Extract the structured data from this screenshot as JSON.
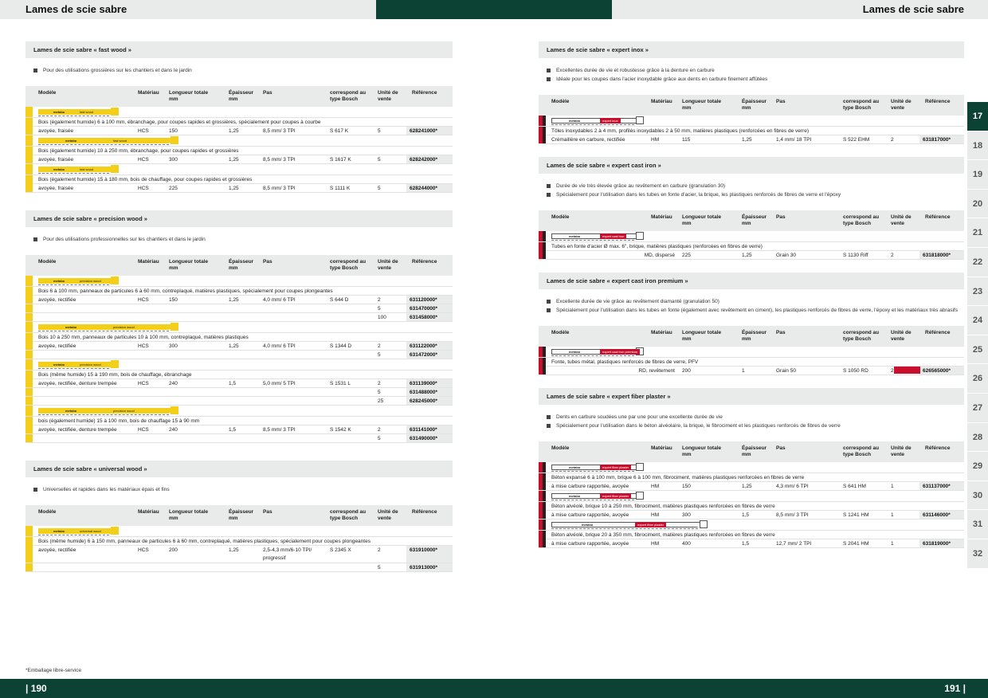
{
  "header": {
    "left_title": "Lames de scie sabre",
    "right_title": "Lames de scie sabre"
  },
  "columns": {
    "model": "Modèle",
    "material": "Matériau",
    "length": "Longueur totale\nmm",
    "thickness": "Épaisseur\nmm",
    "pitch": "Pas",
    "bosch": "correspond au\ntype Bosch",
    "unit": "Unité de\nvente",
    "reference": "Référence"
  },
  "sections_left": [
    {
      "title": "Lames de scie sabre « fast wood »",
      "bullets": [
        "Pour des utilisations grossières sur les chantiers et dans le jardin"
      ],
      "products": [
        {
          "blade_text": "fast wood",
          "desc": "Bois (également humide) 6 à 100 mm, ébranchage, pour coupes rapides et grossières, spécialement pour coupes à courbe",
          "rows": [
            {
              "model": "avoyée, fraisée",
              "material": "HCS",
              "length": "150",
              "thickness": "1,25",
              "pitch": "8,5 mm/ 3 TPI",
              "bosch": "S 617 K",
              "unit": "5",
              "ref": "628241000*"
            }
          ]
        },
        {
          "blade_text": "fast wood",
          "desc": "Bois (également humide) 10 à 250 mm, ébranchage, pour coupes rapides et grossières",
          "rows": [
            {
              "model": "avoyée, fraisée",
              "material": "HCS",
              "length": "300",
              "thickness": "1,25",
              "pitch": "8,5 mm/ 3 TPI",
              "bosch": "S 1617 K",
              "unit": "5",
              "ref": "628242000*"
            }
          ]
        },
        {
          "blade_text": "fast wood",
          "desc": "Bois (également humide) 15 à 180 mm, bois de chauffage, pour coupes rapides et grossières",
          "rows": [
            {
              "model": "avoyée, fraisée",
              "material": "HCS",
              "length": "225",
              "thickness": "1,25",
              "pitch": "8,5 mm/ 3 TPI",
              "bosch": "S 1111 K",
              "unit": "5",
              "ref": "628244000*"
            }
          ]
        }
      ]
    },
    {
      "title": "Lames de scie sabre « precision wood »",
      "bullets": [
        "Pour des utilisations professionnelles sur les chantiers et dans le jardin"
      ],
      "products": [
        {
          "blade_text": "precision wood",
          "desc": "Bois 6 à 100 mm, panneaux de particules 6 à 60 mm, contreplaqué, matières plastiques, spécialement pour coupes plongeantes",
          "rows": [
            {
              "model": "avoyée, rectifiée",
              "material": "HCS",
              "length": "150",
              "thickness": "1,25",
              "pitch": "4,0 mm/ 6 TPI",
              "bosch": "S 644 D",
              "unit": "2",
              "ref": "631120000*"
            },
            {
              "model": "",
              "material": "",
              "length": "",
              "thickness": "",
              "pitch": "",
              "bosch": "",
              "unit": "5",
              "ref": "631470000*"
            },
            {
              "model": "",
              "material": "",
              "length": "",
              "thickness": "",
              "pitch": "",
              "bosch": "",
              "unit": "100",
              "ref": "631458000*"
            }
          ]
        },
        {
          "blade_text": "precision wood",
          "desc": "Bois 10 à 250 mm, panneaux de particules 10 à 100 mm, contreplaqué, matières plastiques",
          "rows": [
            {
              "model": "avoyée, rectifiée",
              "material": "HCS",
              "length": "300",
              "thickness": "1,25",
              "pitch": "4,0 mm/ 6 TPI",
              "bosch": "S 1344 D",
              "unit": "2",
              "ref": "631122000*"
            },
            {
              "model": "",
              "material": "",
              "length": "",
              "thickness": "",
              "pitch": "",
              "bosch": "",
              "unit": "5",
              "ref": "631472000*"
            }
          ]
        },
        {
          "blade_text": "precision wood",
          "desc": "Bois (même humide) 15 à 190 mm, bois de chauffage, ébranchage",
          "rows": [
            {
              "model": "avoyée, rectifiée, denture trempée",
              "material": "HCS",
              "length": "240",
              "thickness": "1,5",
              "pitch": "5,0 mm/ 5 TPI",
              "bosch": "S 1531 L",
              "unit": "2",
              "ref": "631139000*"
            },
            {
              "model": "",
              "material": "",
              "length": "",
              "thickness": "",
              "pitch": "",
              "bosch": "",
              "unit": "5",
              "ref": "631488000*"
            },
            {
              "model": "",
              "material": "",
              "length": "",
              "thickness": "",
              "pitch": "",
              "bosch": "",
              "unit": "25",
              "ref": "628245000*"
            }
          ]
        },
        {
          "blade_text": "precision wood",
          "desc": "bois (également humide) 15 à 100 mm, bois de chauffage 15 à 90 mm",
          "rows": [
            {
              "model": "avoyée, rectifiée, denture trempée",
              "material": "HCS",
              "length": "240",
              "thickness": "1,5",
              "pitch": "8,5 mm/ 3 TPI",
              "bosch": "S 1542 K",
              "unit": "2",
              "ref": "631141000*"
            },
            {
              "model": "",
              "material": "",
              "length": "",
              "thickness": "",
              "pitch": "",
              "bosch": "",
              "unit": "5",
              "ref": "631490000*"
            }
          ]
        }
      ]
    },
    {
      "title": "Lames de scie sabre « universal wood »",
      "bullets": [
        "Universelles et rapides dans les matériaux épais et fins"
      ],
      "products": [
        {
          "blade_text": "universal wood",
          "desc": "Bois (même humide) 6 à 150 mm, panneaux de particules 6 à 60 mm, contreplaqué, matières plastiques, spécialement pour coupes plongeantes",
          "rows": [
            {
              "model": "avoyée, rectifiée",
              "material": "HCS",
              "length": "200",
              "thickness": "1,25",
              "pitch": "2,5-4,3 mm/6-10 TPI/ progressif",
              "bosch": "S 2345 X",
              "unit": "2",
              "ref": "631910000*"
            },
            {
              "model": "",
              "material": "",
              "length": "",
              "thickness": "",
              "pitch": "",
              "bosch": "",
              "unit": "5",
              "ref": "631913000*"
            }
          ]
        }
      ]
    }
  ],
  "sections_right": [
    {
      "title": "Lames de scie sabre « expert inox »",
      "bullets": [
        "Excellentes durée de vie et robustesse grâce à la denture en carbure",
        "Idéale pour les coupes dans l'acier inoxydable grâce aux dents en carbure finement affûtées"
      ],
      "products": [
        {
          "blade_text": "expert inox",
          "desc": "Tôles inoxydables 2 à 4 mm, profilés inoxydables 2 à 50 mm, matières plastiques (renforcées en fibres de verre)",
          "rows": [
            {
              "model": "Crémaillère en carbure, rectifiée",
              "material": "HM",
              "length": "115",
              "thickness": "1,25",
              "pitch": "1,4 mm/ 18 TPI",
              "bosch": "S 522 EHM",
              "unit": "2",
              "ref": "631817000*"
            }
          ]
        }
      ]
    },
    {
      "title": "Lames de scie sabre « expert cast iron »",
      "bullets": [
        "Durée de vie très élevée grâce au revêtement en carbure (granulation 30)",
        "Spécialement pour l'utilisation dans les tubes en fonte d'acier, la brique, les plastiques renforcés de fibres de verre et l'époxy"
      ],
      "products": [
        {
          "blade_text": "expert cast iron",
          "desc": "Tubes en fonte d'acier Ø max. 6\", brique, matières plastiques (renforcées en fibres de verre)",
          "rows": [
            {
              "model": "MD, dispersé",
              "material": "",
              "length": "225",
              "thickness": "1,25",
              "pitch": "Grain 30",
              "bosch": "S 1130 Riff",
              "unit": "2",
              "ref": "631818000*"
            }
          ]
        }
      ]
    },
    {
      "title": "Lames de scie sabre « expert cast iron premium »",
      "bullets": [
        "Excellente durée de vie grâce au revêtement diamanté (granulation 50)",
        "Spécialement pour l'utilisation dans les tubes en fonte (également avec revêtement en ciment), les plastiques renforcés de fibres de verre, l'époxy et les matériaux très abrasifs"
      ],
      "products": [
        {
          "blade_text": "expert cast iron premium",
          "desc": "Fonte, tubes métal, plastiques renforcés de fibres de verre, PFV",
          "rows": [
            {
              "model": "RD, revêtement",
              "material": "",
              "length": "200",
              "thickness": "1",
              "pitch": "Grain 50",
              "bosch": "S 1050 RD",
              "unit": "2",
              "badge": "NOUVEAU",
              "ref": "626565000*"
            }
          ]
        }
      ]
    },
    {
      "title": "Lames de scie sabre « expert fiber plaster »",
      "bullets": [
        "Dents en carbure soudées une par une pour une excellente durée de vie",
        "Spécialement pour l'utilisation dans le béton alvéolaire, la brique, le fibrociment et les plastiques renforcés de fibres de verre"
      ],
      "products": [
        {
          "blade_text": "expert fiber plaster",
          "desc": "Béton expansé 6 à 100 mm, brique 6 à 100 mm, fibrociment, matières plastiques renforcées en fibres de verre",
          "rows": [
            {
              "model": "à mise carbure rapportée, avoyée",
              "material": "HM",
              "length": "150",
              "thickness": "1,25",
              "pitch": "4,3 mm/ 6 TPI",
              "bosch": "S 641 HM",
              "unit": "1",
              "ref": "631137000*"
            }
          ]
        },
        {
          "blade_text": "expert fiber plaster",
          "desc": "Béton alvéolé, brique 10 à 250 mm, fibrociment, matières plastiques renforcées en fibres de verre",
          "rows": [
            {
              "model": "à mise carbure rapportée, avoyée",
              "material": "HM",
              "length": "300",
              "thickness": "1,5",
              "pitch": "8,5 mm/ 3 TPI",
              "bosch": "S 1241 HM",
              "unit": "1",
              "ref": "631146000*"
            }
          ]
        },
        {
          "blade_text": "expert fiber plaster",
          "desc": "Béton alvéolé, brique 20 à 350 mm, fibrociment, matières plastiques renforcées en fibres de verre",
          "rows": [
            {
              "model": "à mise carbure rapportée, avoyée",
              "material": "HM",
              "length": "400",
              "thickness": "1,5",
              "pitch": "12,7 mm/ 2 TPI",
              "bosch": "S 2041 HM",
              "unit": "1",
              "ref": "631819000*"
            }
          ]
        }
      ]
    }
  ],
  "brand": "metabo",
  "tabs": [
    "17",
    "18",
    "19",
    "20",
    "21",
    "22",
    "23",
    "24",
    "25",
    "26",
    "27",
    "28",
    "29",
    "30",
    "31",
    "32"
  ],
  "active_tab": "17",
  "footnote": "*Emballage libre-service",
  "page_left": "| 190",
  "page_right": "191 |",
  "colors": {
    "dark_green": "#0c4234",
    "panel_grey": "#e8ebe9",
    "yellow": "#f4cf1a",
    "red": "#c8102e"
  }
}
